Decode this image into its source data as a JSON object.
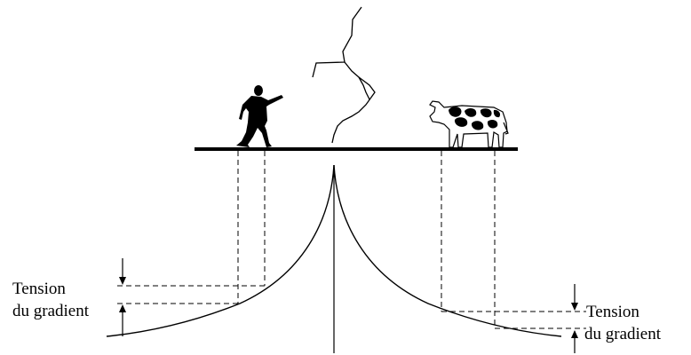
{
  "labels": {
    "left_line1": "Tension",
    "left_line2": "du gradient",
    "right_line1": "Tension",
    "right_line2": "du gradient"
  },
  "figures": {
    "person": "walking-person-silhouette",
    "cow": "holstein-cow",
    "lightning": "lightning-bolt"
  },
  "colors": {
    "ink": "#000000",
    "background": "#ffffff"
  }
}
